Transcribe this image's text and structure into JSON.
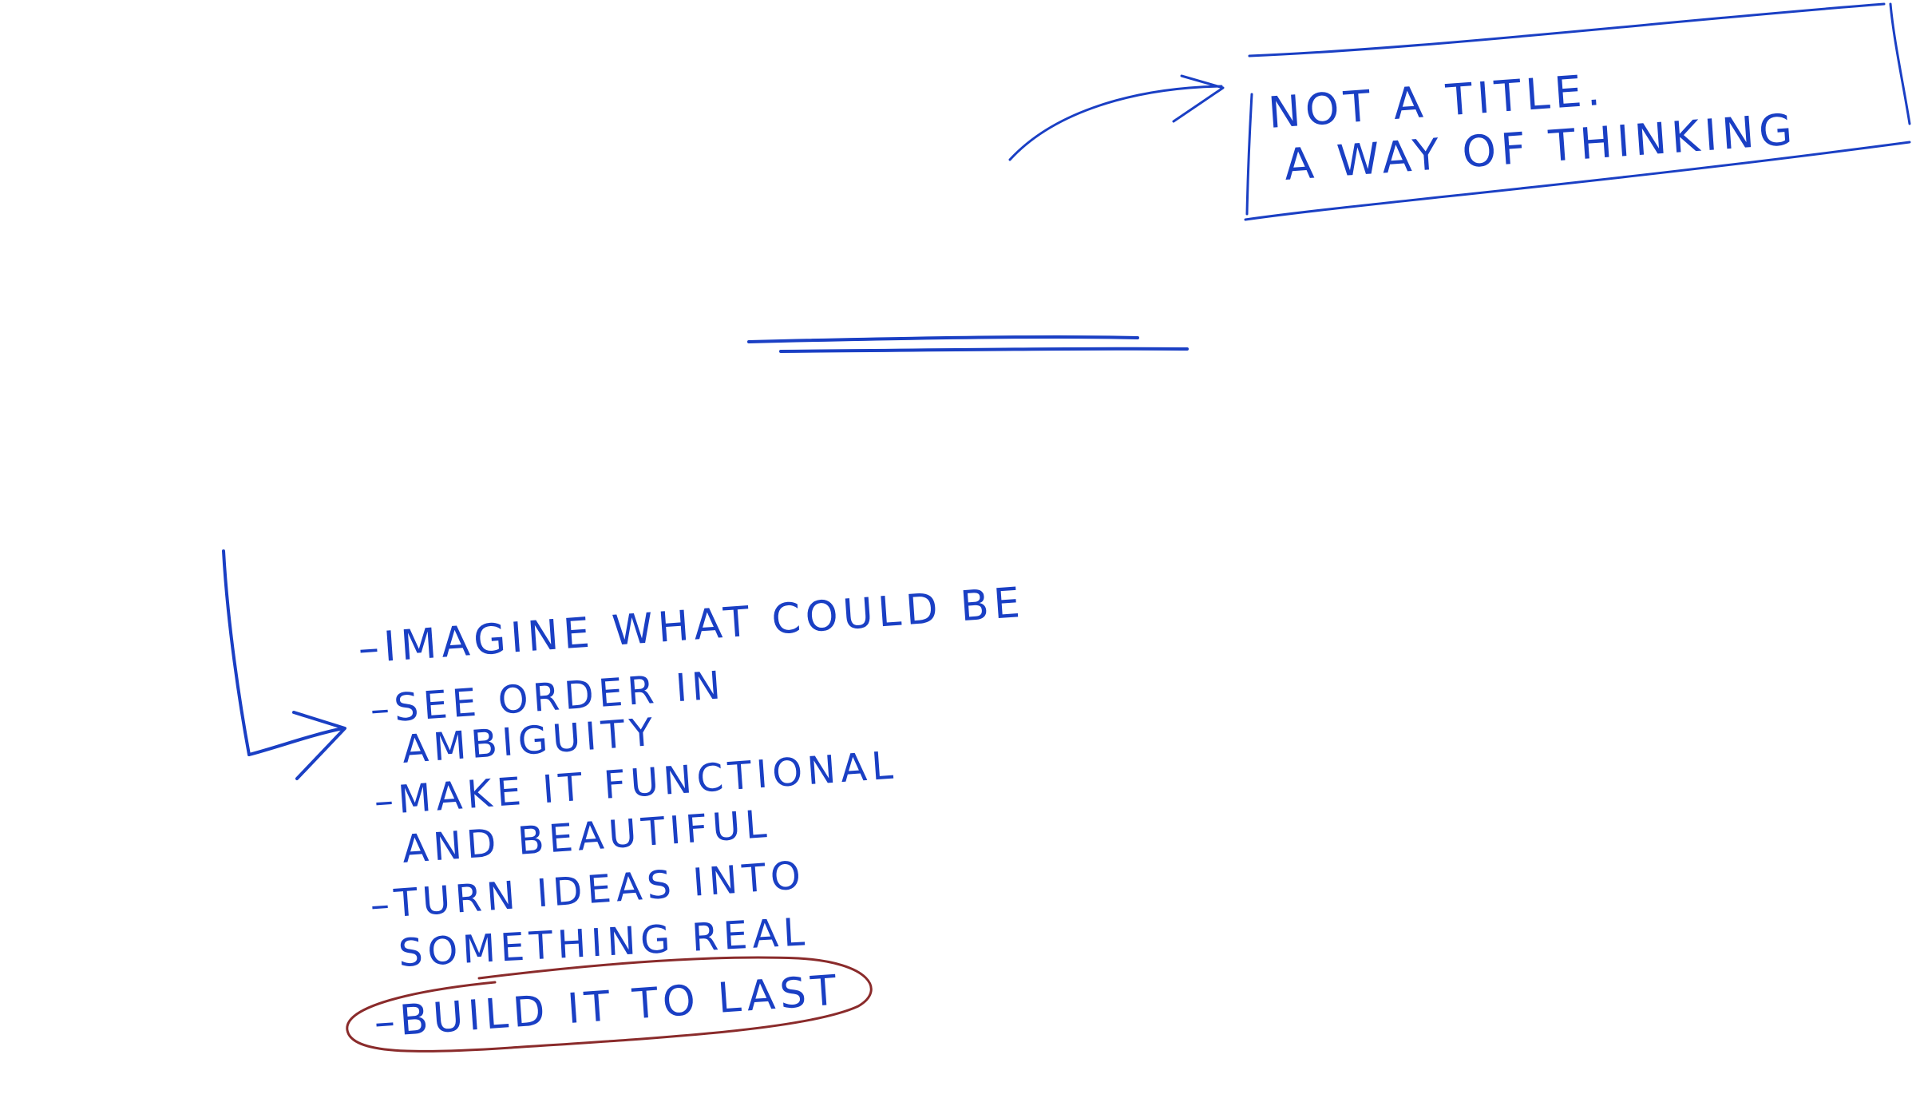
{
  "note": {
    "line_1": "NOT A TITLE.",
    "line_2": "A WAY OF THINKING"
  },
  "list": {
    "items": [
      {
        "line_1": "–IMAGINE WHAT COULD BE",
        "line_2": ""
      },
      {
        "line_1": "–SEE ORDER IN",
        "line_2": "AMBIGUITY"
      },
      {
        "line_1": "–MAKE IT FUNCTIONAL",
        "line_2": "AND BEAUTIFUL"
      },
      {
        "line_1": "–TURN IDEAS INTO",
        "line_2": "SOMETHING REAL"
      },
      {
        "line_1": "–BUILD IT TO LAST",
        "line_2": ""
      }
    ]
  },
  "colors": {
    "ink_blue": "#1a3fc4",
    "ink_red": "#8a2b2b",
    "background": "#ffffff"
  }
}
